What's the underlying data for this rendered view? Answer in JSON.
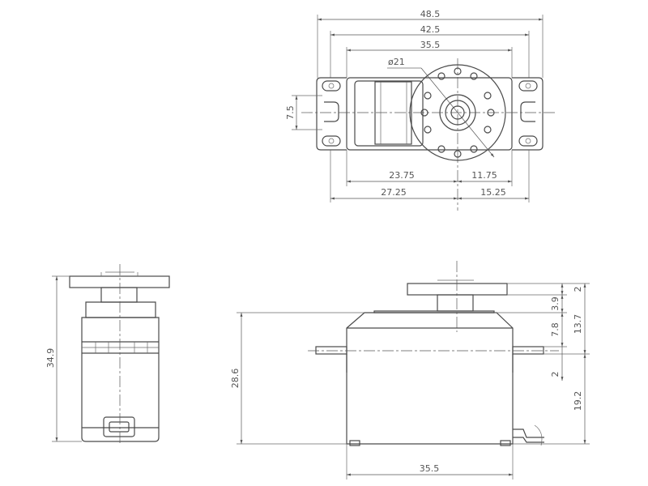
{
  "top_view": {
    "dims": {
      "width_48_5": "48.5",
      "width_42_5": "42.5",
      "width_35_5": "35.5",
      "diameter": "ø21",
      "height_7_5": "7.5",
      "left_23_75": "23.75",
      "right_11_75": "11.75",
      "left_27_25": "27.25",
      "right_15_25": "15.25"
    }
  },
  "side_view": {
    "dims": {
      "height_34_9": "34.9"
    }
  },
  "front_view": {
    "dims": {
      "height_28_6": "28.6",
      "width_35_5": "35.5",
      "horn_2": "2",
      "top_3_9": "3.9",
      "mid_7_8": "7.8",
      "flange_2": "2",
      "upper_13_7": "13.7",
      "lower_19_2": "19.2"
    }
  }
}
